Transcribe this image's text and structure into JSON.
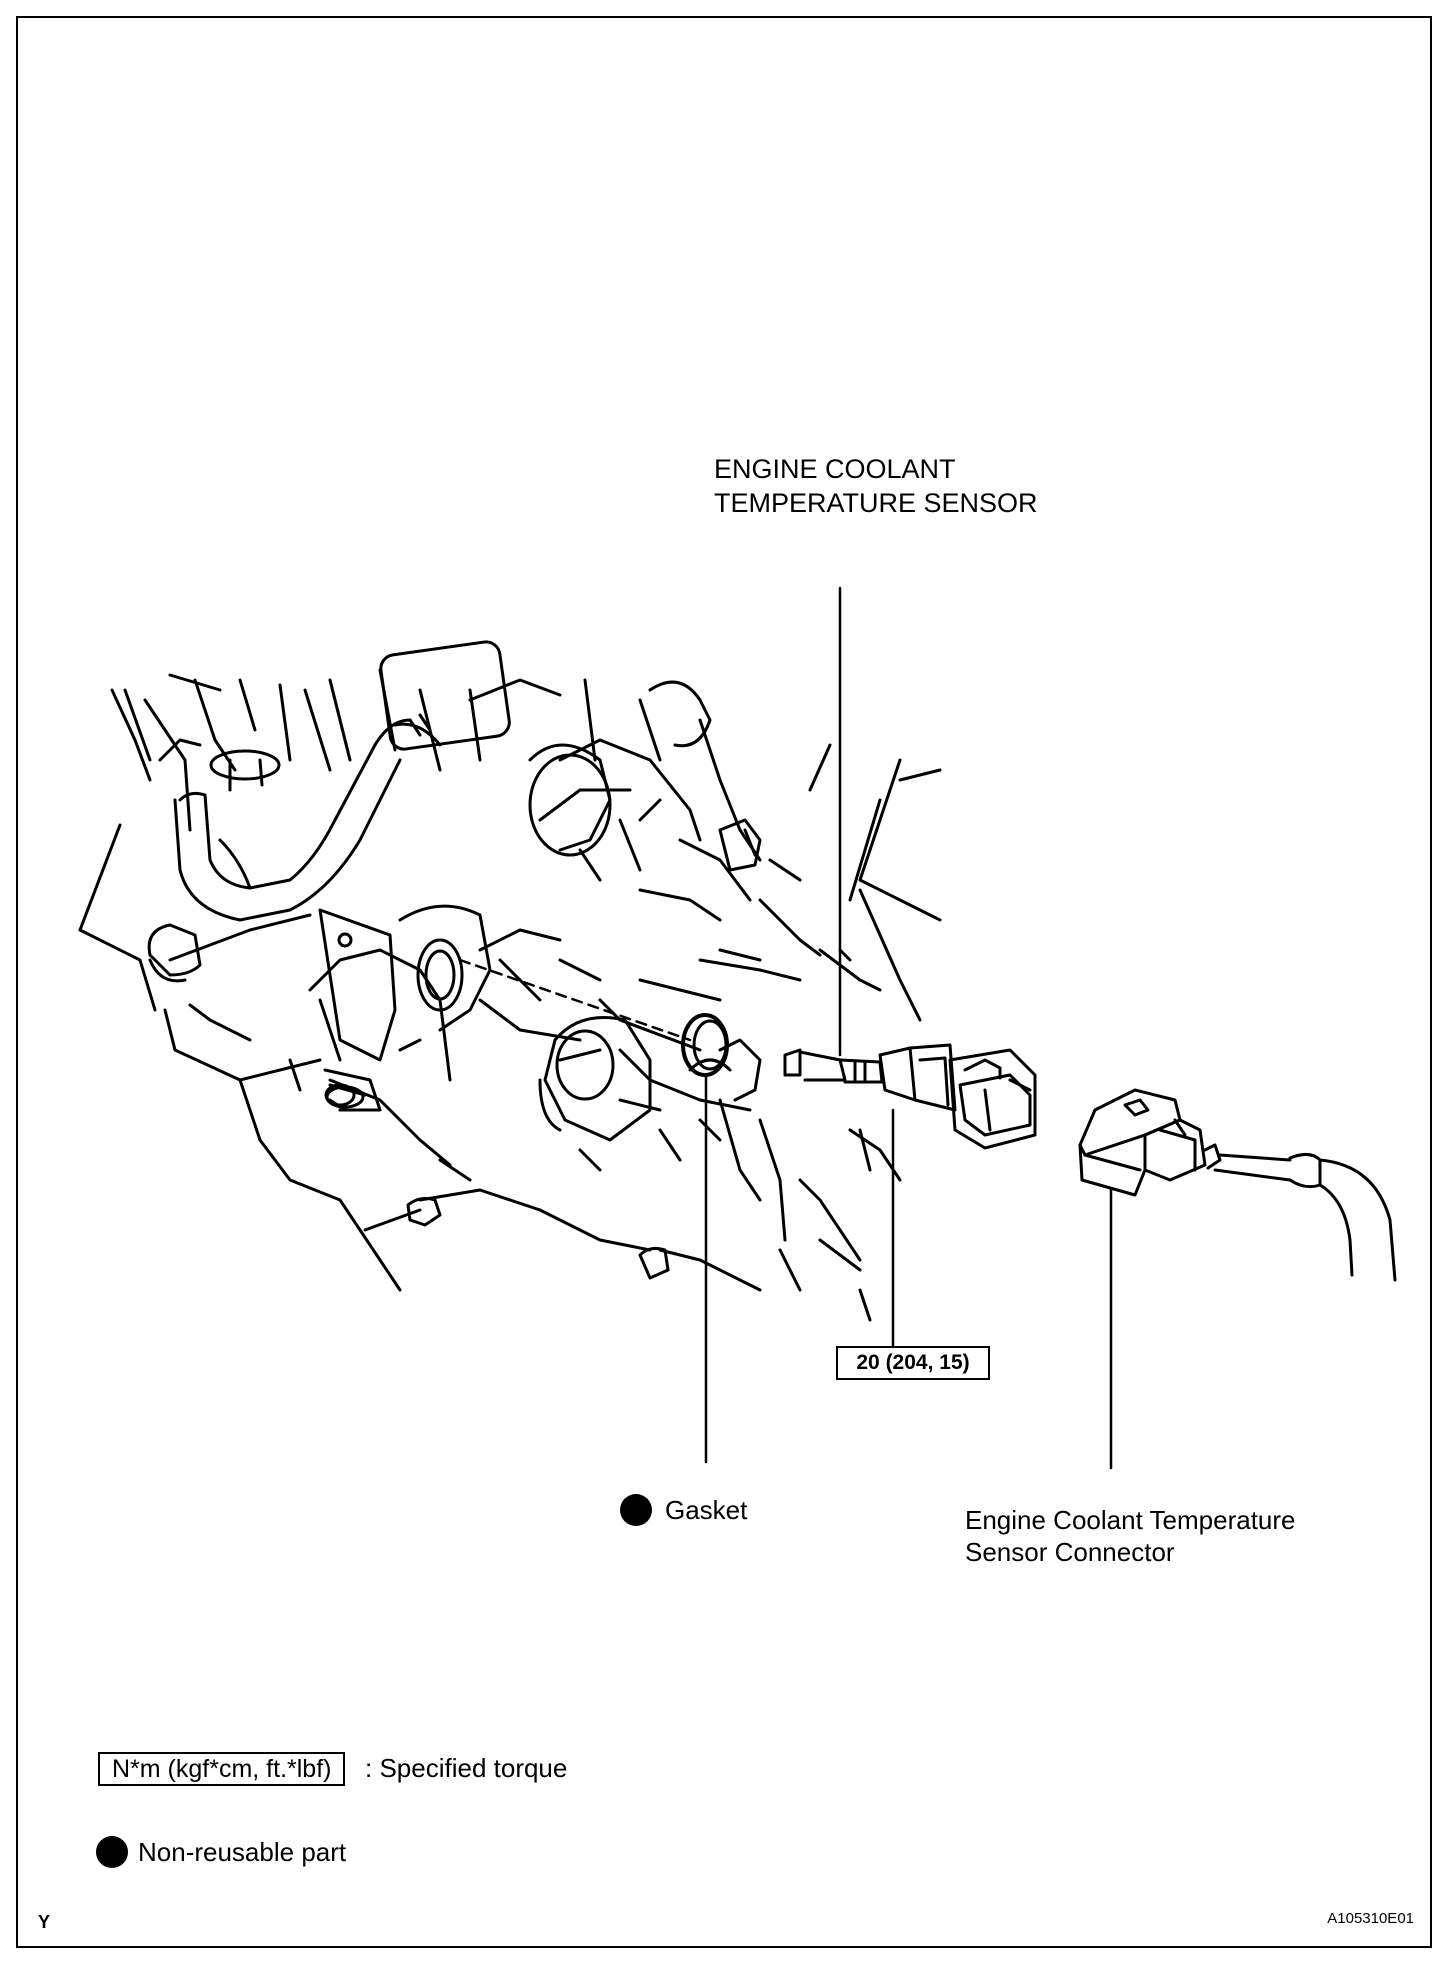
{
  "labels": {
    "sensor_title_line1": "ENGINE COOLANT",
    "sensor_title_line2": "TEMPERATURE SENSOR",
    "torque_value": "20 (204, 15)",
    "gasket": "Gasket",
    "connector_line1": "Engine Coolant Temperature",
    "connector_line2": "Sensor Connector"
  },
  "legend": {
    "torque_units": "N*m (kgf*cm, ft.*lbf)",
    "torque_meaning": ": Specified torque",
    "non_reusable": "Non-reusable part"
  },
  "corner": {
    "left_mark": "Y",
    "figure_id": "A105310E01"
  }
}
